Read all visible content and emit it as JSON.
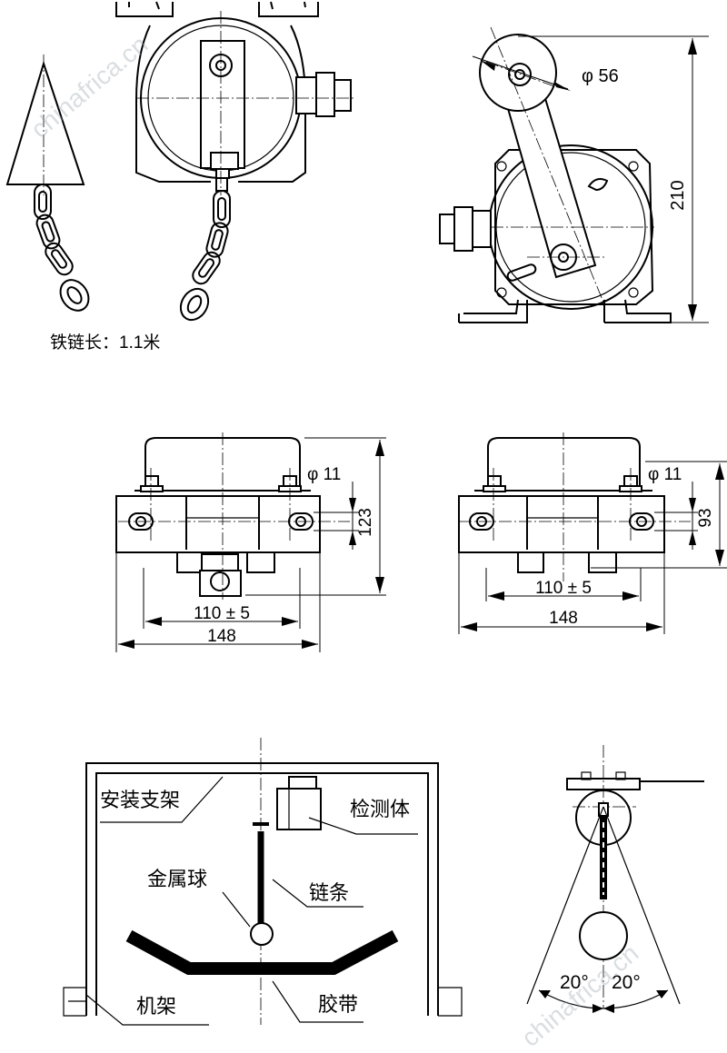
{
  "top_left": {
    "chain_length_label": "铁链长：1.1米"
  },
  "top_right": {
    "roller_diameter": "φ 56",
    "height": "210"
  },
  "mid_left": {
    "hole": "φ 11",
    "height": "123",
    "center_span": "110 ± 5",
    "total_width": "148"
  },
  "mid_right": {
    "hole": "φ 11",
    "height": "93",
    "center_span": "110 ± 5",
    "total_width": "148"
  },
  "bottom_left": {
    "bracket": "安装支架",
    "detector": "检测体",
    "metal_ball": "金属球",
    "chain": "链条",
    "frame": "机架",
    "belt": "胶带"
  },
  "bottom_right": {
    "angle_left": "20°",
    "angle_right": "20°"
  },
  "watermark": {
    "text": "chinafrica.cn"
  }
}
